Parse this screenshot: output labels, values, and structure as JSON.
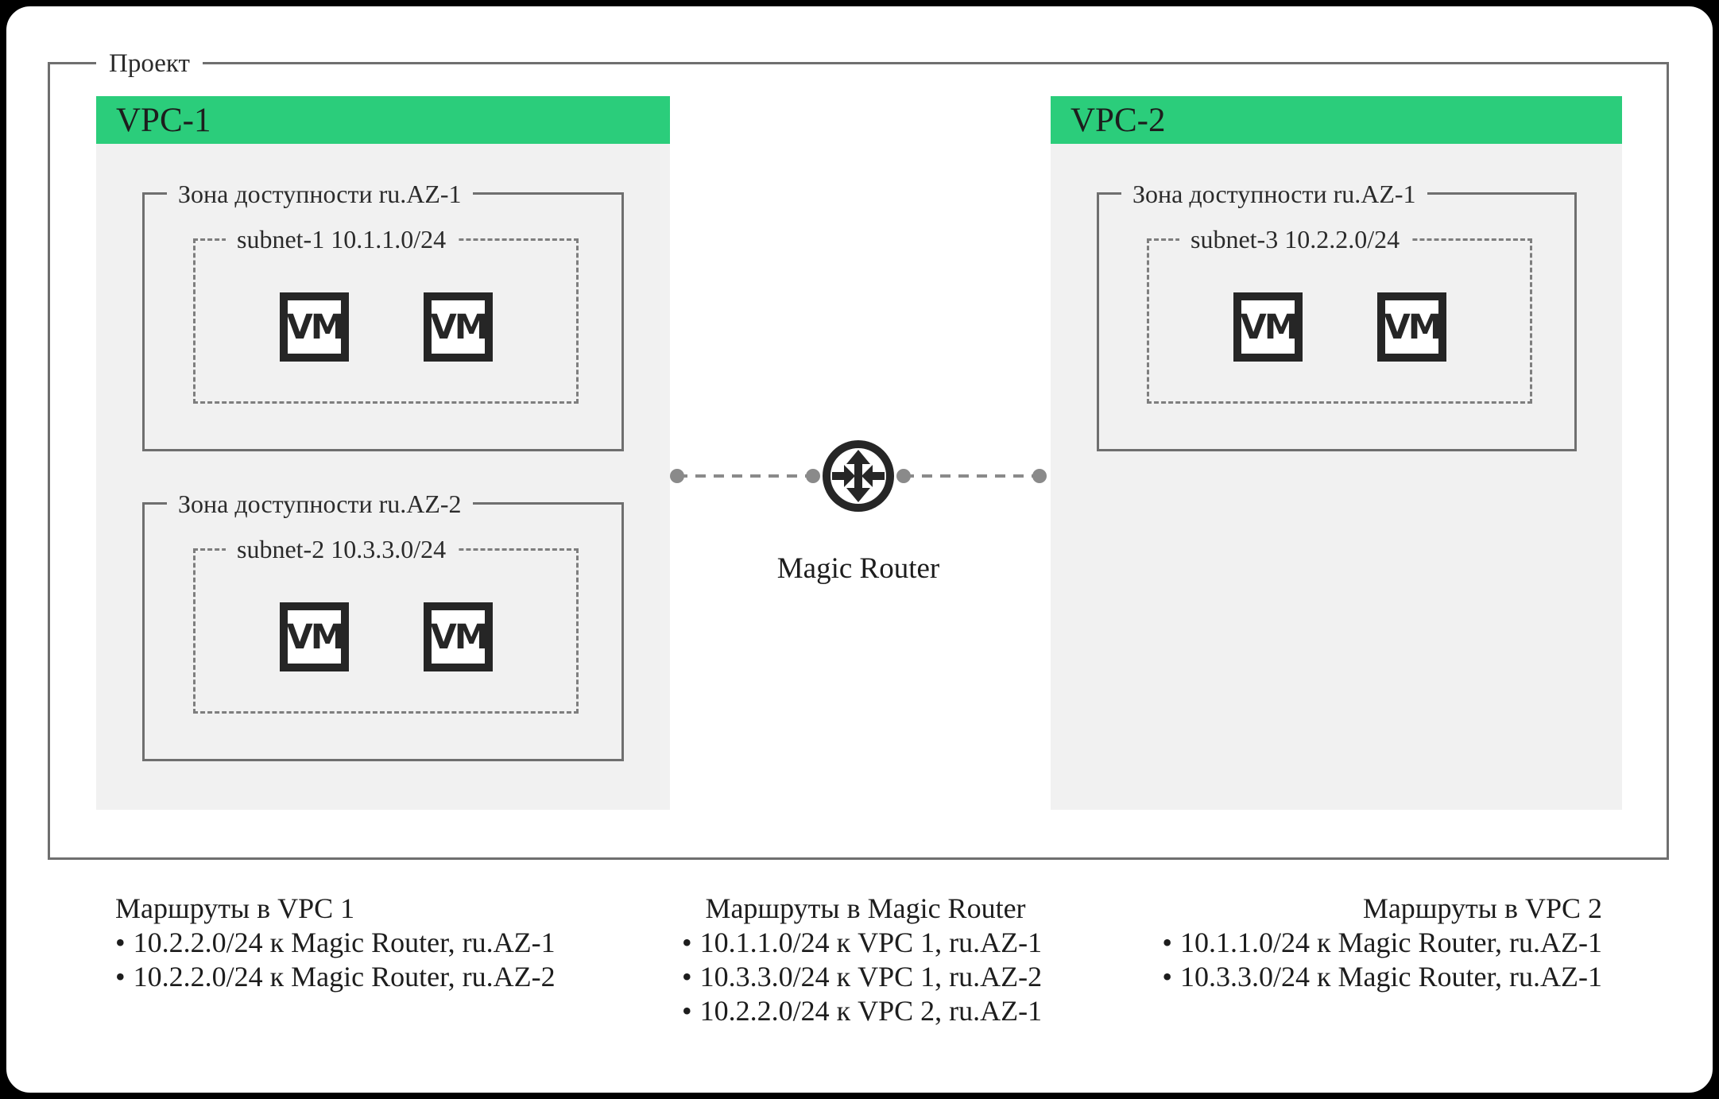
{
  "project": {
    "label": "Проект"
  },
  "labels": {
    "vm": "VM"
  },
  "vpc1": {
    "title": "VPC-1",
    "zones": [
      {
        "label": "Зона доступности ru.AZ-1",
        "subnet": "subnet-1 10.1.1.0/24"
      },
      {
        "label": "Зона доступности ru.AZ-2",
        "subnet": "subnet-2 10.3.3.0/24"
      }
    ]
  },
  "vpc2": {
    "title": "VPC-2",
    "zones": [
      {
        "label": "Зона доступности ru.AZ-1",
        "subnet": "subnet-3 10.2.2.0/24"
      }
    ]
  },
  "router": {
    "label": "Magic Router",
    "icon": "router-icon"
  },
  "icons": {
    "router": "router-icon",
    "vm": "vm-icon",
    "connection_dot": "connection-dot"
  },
  "routes": {
    "bullet": "•",
    "vpc1": {
      "title": "Маршруты в VPC 1",
      "items": [
        "10.2.2.0/24 к Magic Router, ru.AZ-1",
        "10.2.2.0/24 к Magic Router, ru.AZ-2"
      ]
    },
    "router": {
      "title": "Маршруты в Magic Router",
      "items": [
        "10.1.1.0/24 к VPC 1, ru.AZ-1",
        "10.3.3.0/24 к VPC 1, ru.AZ-2",
        "10.2.2.0/24 к VPC 2, ru.AZ-1"
      ]
    },
    "vpc2": {
      "title": "Маршруты в VPC 2",
      "items": [
        "10.1.1.0/24 к Magic Router, ru.AZ-1",
        "10.3.3.0/24 к Magic Router, ru.AZ-1"
      ]
    }
  },
  "colors": {
    "header_green": "#2bcd7b",
    "panel_bg": "#f1f1f1",
    "border_gray": "#6f6f6f",
    "dashed_gray": "#7e7e7e",
    "connector_gray": "#8a8a8a",
    "icon_black": "#262626",
    "text": "#1d1d1d"
  }
}
